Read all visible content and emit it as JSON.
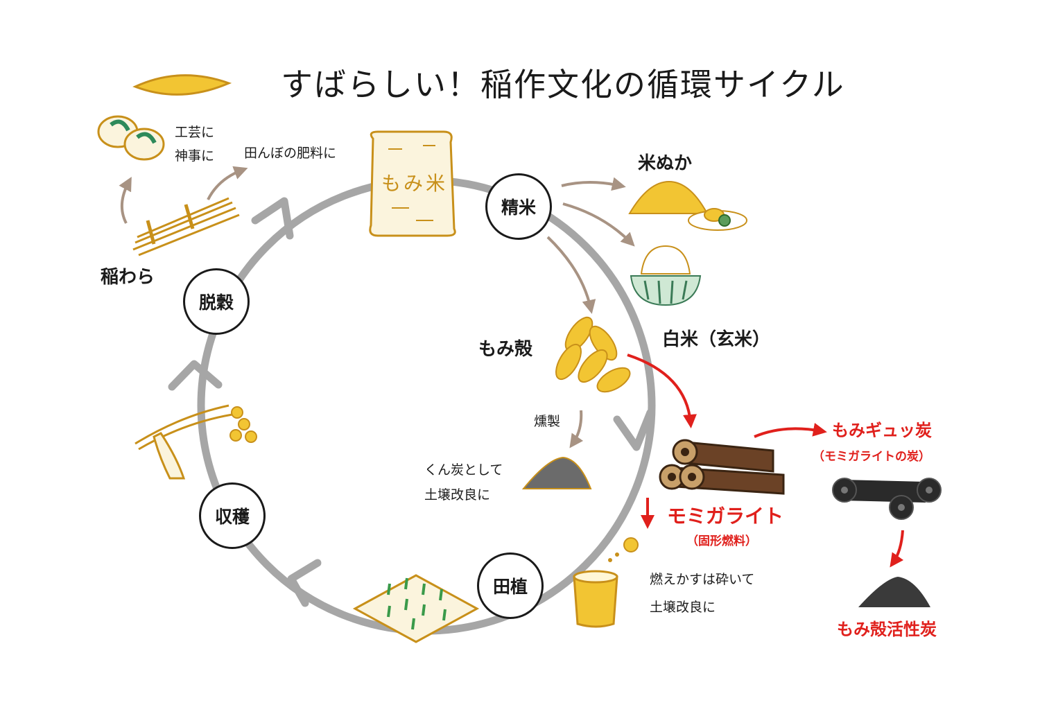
{
  "title": "すばらしい！稲作文化の循環サイクル",
  "stages": {
    "seimai": "精米",
    "dakkoku": "脱穀",
    "shukaku": "収穫",
    "taue": "田植"
  },
  "labels": {
    "komenuka": "米ぬか",
    "hakumai": "白米（玄米）",
    "momigara": "もみ殻",
    "kunsei": "燻製",
    "kuntan_1": "くん炭として",
    "kuntan_2": "土壌改良に",
    "inawara": "稲わら",
    "kougei": "工芸に",
    "shinji": "神事に",
    "hiryou": "田んぼの肥料に",
    "bag": "もみ米",
    "moegasu_1": "燃えかすは砕いて",
    "moegasu_2": "土壌改良に"
  },
  "products": {
    "momigarite": "モミガライト",
    "momigarite_sub": "（固形燃料）",
    "gyutan": "もみギュッ炭",
    "gyutan_sub": "（モミガライトの炭）",
    "kasseitan": "もみ殻活性炭"
  },
  "colors": {
    "cycle_gray": "#a6a6a6",
    "arrow_brown": "#a89383",
    "accent_red": "#e0201c",
    "rice_yellow": "#f2c533",
    "outline_gold": "#c8901a",
    "charcoal": "#2a2a2a",
    "log_brown": "#6b4226"
  }
}
